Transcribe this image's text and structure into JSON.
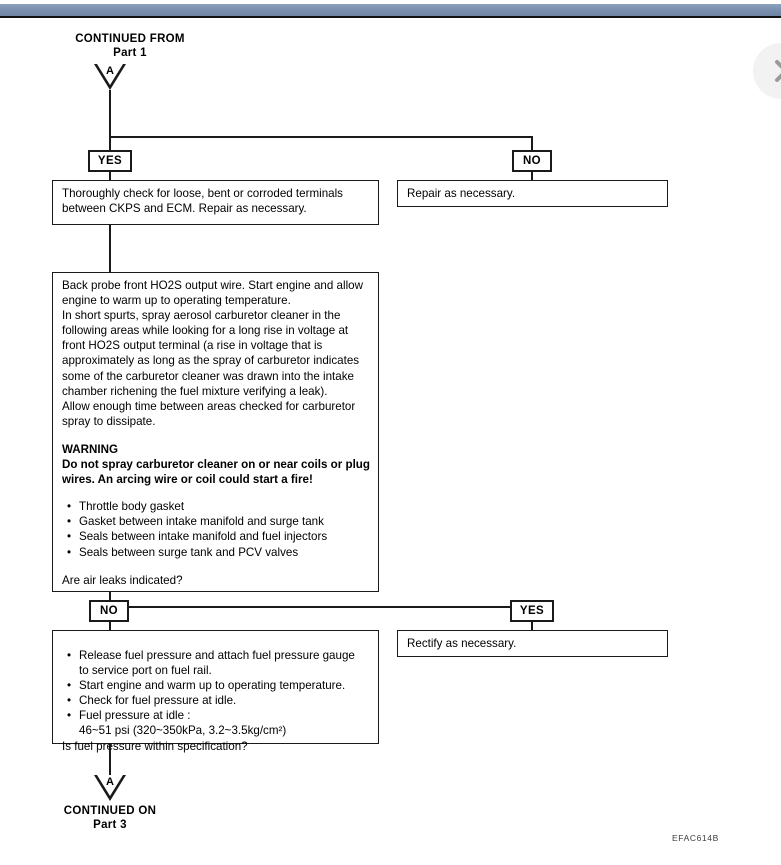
{
  "viewer": {
    "next_button_icon": "chevron-right-icon"
  },
  "diagram": {
    "title_top": "CONTINUED FROM\nPart 1",
    "title_bottom": "CONTINUED ON\nPart 3",
    "connector_top_letter": "A",
    "connector_bottom_letter": "A",
    "footer_code": "EFAC614B",
    "branch1": {
      "yes_label": "YES",
      "no_label": "NO",
      "yes_box_line1": "Thoroughly check for loose, bent or corroded terminals",
      "yes_box_line2": "between CKPS and ECM. Repair as necessary.",
      "no_box_text": "Repair as necessary."
    },
    "main_step": {
      "para1_line1": "Back probe front HO2S output wire. Start engine and allow",
      "para1_line2": "engine to warm up to operating temperature.",
      "para2_line1": "In short spurts, spray aerosol carburetor cleaner in the",
      "para2_line2": "following areas while looking for a long rise in voltage at",
      "para2_line3": "front HO2S output terminal (a rise in voltage that is",
      "para2_line4": "approximately as long as the spray of carburetor indicates",
      "para2_line5": "some of the carburetor cleaner was drawn into the intake",
      "para2_line6": "chamber richening the fuel mixture verifying a leak).",
      "para3_line1": "Allow enough time between areas checked for carburetor",
      "para3_line2": "spray to dissipate.",
      "warning_heading": "WARNING",
      "warning_line1": "Do not spray carburetor cleaner on or near coils or plug",
      "warning_line2": "wires. An arcing wire or coil could start a fire!",
      "bullets": [
        "Throttle body gasket",
        "Gasket between intake manifold and surge tank",
        "Seals between intake manifold and fuel injectors",
        "Seals between surge tank and PCV valves"
      ],
      "question": "Are air leaks indicated?"
    },
    "branch2": {
      "no_label": "NO",
      "yes_label": "YES",
      "no_box_bullets": [
        "Release fuel pressure and attach fuel pressure gauge",
        "Start engine and warm up to operating temperature.",
        "Check for fuel pressure at idle.",
        "Fuel pressure at idle :"
      ],
      "no_box_bullet1_cont": "to service port on fuel rail.",
      "no_box_spec": "46~51 psi (320~350kPa, 3.2~3.5kg/cm²)",
      "no_box_question": "Is fuel pressure within specification?",
      "yes_box_text": "Rectify as necessary."
    }
  }
}
